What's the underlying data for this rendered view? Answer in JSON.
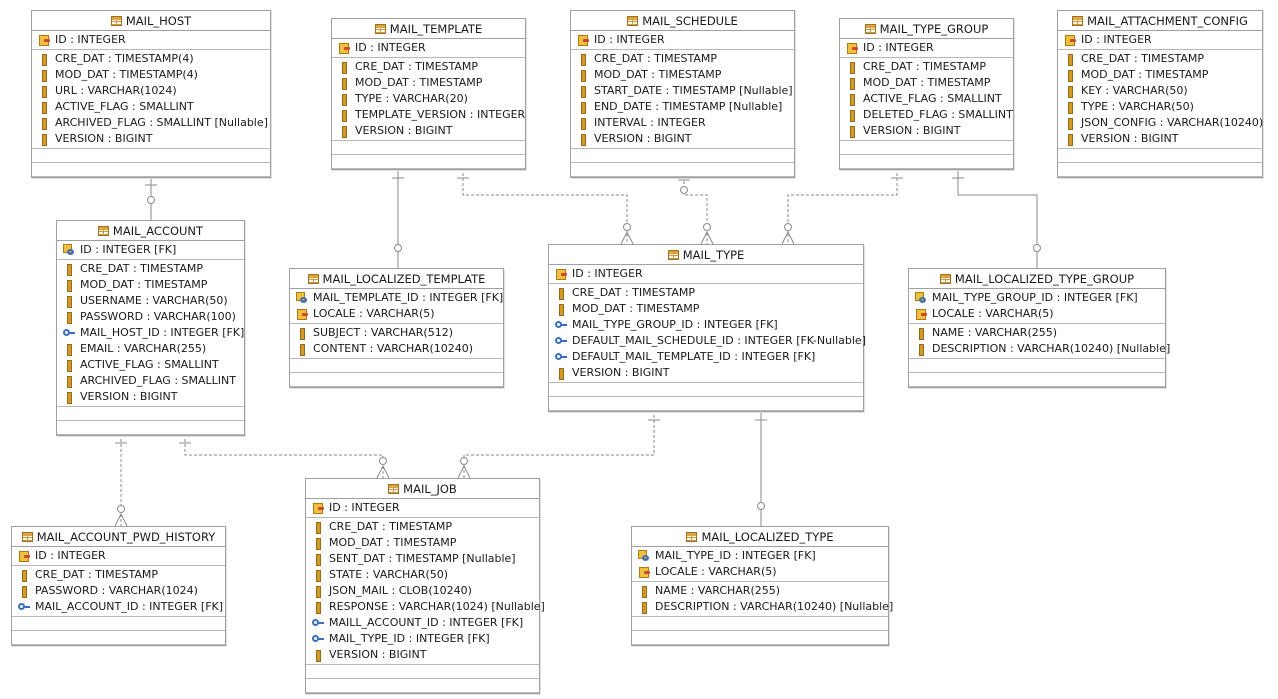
{
  "entities": [
    {
      "name": "MAIL_HOST",
      "pk": [
        {
          "text": "ID : INTEGER",
          "icon": "primary-key-icon"
        }
      ],
      "cols": [
        {
          "text": "CRE_DAT : TIMESTAMP(4)",
          "icon": "column-icon"
        },
        {
          "text": "MOD_DAT : TIMESTAMP(4)",
          "icon": "column-icon"
        },
        {
          "text": "URL : VARCHAR(1024)",
          "icon": "column-icon"
        },
        {
          "text": "ACTIVE_FLAG : SMALLINT",
          "icon": "column-icon"
        },
        {
          "text": "ARCHIVED_FLAG : SMALLINT [Nullable]",
          "icon": "column-icon"
        },
        {
          "text": "VERSION : BIGINT",
          "icon": "column-icon"
        }
      ]
    },
    {
      "name": "MAIL_TEMPLATE",
      "pk": [
        {
          "text": "ID : INTEGER",
          "icon": "primary-key-icon"
        }
      ],
      "cols": [
        {
          "text": "CRE_DAT : TIMESTAMP",
          "icon": "column-icon"
        },
        {
          "text": "MOD_DAT : TIMESTAMP",
          "icon": "column-icon"
        },
        {
          "text": "TYPE : VARCHAR(20)",
          "icon": "column-icon"
        },
        {
          "text": "TEMPLATE_VERSION : INTEGER",
          "icon": "column-icon"
        },
        {
          "text": "VERSION : BIGINT",
          "icon": "column-icon"
        }
      ]
    },
    {
      "name": "MAIL_SCHEDULE",
      "pk": [
        {
          "text": "ID : INTEGER",
          "icon": "primary-key-icon"
        }
      ],
      "cols": [
        {
          "text": "CRE_DAT : TIMESTAMP",
          "icon": "column-icon"
        },
        {
          "text": "MOD_DAT : TIMESTAMP",
          "icon": "column-icon"
        },
        {
          "text": "START_DATE : TIMESTAMP [Nullable]",
          "icon": "column-icon"
        },
        {
          "text": "END_DATE : TIMESTAMP [Nullable]",
          "icon": "column-icon"
        },
        {
          "text": "INTERVAL : INTEGER",
          "icon": "column-icon"
        },
        {
          "text": "VERSION : BIGINT",
          "icon": "column-icon"
        }
      ]
    },
    {
      "name": "MAIL_TYPE_GROUP",
      "pk": [
        {
          "text": "ID : INTEGER",
          "icon": "primary-key-icon"
        }
      ],
      "cols": [
        {
          "text": "CRE_DAT : TIMESTAMP",
          "icon": "column-icon"
        },
        {
          "text": "MOD_DAT : TIMESTAMP",
          "icon": "column-icon"
        },
        {
          "text": "ACTIVE_FLAG : SMALLINT",
          "icon": "column-icon"
        },
        {
          "text": "DELETED_FLAG : SMALLINT",
          "icon": "column-icon"
        },
        {
          "text": "VERSION : BIGINT",
          "icon": "column-icon"
        }
      ]
    },
    {
      "name": "MAIL_ATTACHMENT_CONFIG",
      "pk": [
        {
          "text": "ID : INTEGER",
          "icon": "primary-key-icon"
        }
      ],
      "cols": [
        {
          "text": "CRE_DAT : TIMESTAMP",
          "icon": "column-icon"
        },
        {
          "text": "MOD_DAT : TIMESTAMP",
          "icon": "column-icon"
        },
        {
          "text": "KEY : VARCHAR(50)",
          "icon": "column-icon"
        },
        {
          "text": "TYPE : VARCHAR(50)",
          "icon": "column-icon"
        },
        {
          "text": "JSON_CONFIG : VARCHAR(10240)",
          "icon": "column-icon"
        },
        {
          "text": "VERSION : BIGINT",
          "icon": "column-icon"
        }
      ]
    },
    {
      "name": "MAIL_ACCOUNT",
      "pk": [
        {
          "text": "ID : INTEGER [FK]",
          "icon": "primary-foreign-key-icon"
        }
      ],
      "cols": [
        {
          "text": "CRE_DAT : TIMESTAMP",
          "icon": "column-icon"
        },
        {
          "text": "MOD_DAT : TIMESTAMP",
          "icon": "column-icon"
        },
        {
          "text": "USERNAME : VARCHAR(50)",
          "icon": "column-icon"
        },
        {
          "text": "PASSWORD : VARCHAR(100)",
          "icon": "column-icon"
        },
        {
          "text": "MAIL_HOST_ID : INTEGER [FK]",
          "icon": "foreign-key-icon"
        },
        {
          "text": "EMAIL : VARCHAR(255)",
          "icon": "column-icon"
        },
        {
          "text": "ACTIVE_FLAG : SMALLINT",
          "icon": "column-icon"
        },
        {
          "text": "ARCHIVED_FLAG : SMALLINT",
          "icon": "column-icon"
        },
        {
          "text": "VERSION : BIGINT",
          "icon": "column-icon"
        }
      ]
    },
    {
      "name": "MAIL_LOCALIZED_TEMPLATE",
      "pk": [
        {
          "text": "MAIL_TEMPLATE_ID : INTEGER [FK]",
          "icon": "primary-foreign-key-icon"
        },
        {
          "text": "LOCALE : VARCHAR(5)",
          "icon": "primary-key-icon"
        }
      ],
      "cols": [
        {
          "text": "SUBJECT : VARCHAR(512)",
          "icon": "column-icon"
        },
        {
          "text": "CONTENT : VARCHAR(10240)",
          "icon": "column-icon"
        }
      ]
    },
    {
      "name": "MAIL_TYPE",
      "pk": [
        {
          "text": "ID : INTEGER",
          "icon": "primary-key-icon"
        }
      ],
      "cols": [
        {
          "text": "CRE_DAT : TIMESTAMP",
          "icon": "column-icon"
        },
        {
          "text": "MOD_DAT : TIMESTAMP",
          "icon": "column-icon"
        },
        {
          "text": "MAIL_TYPE_GROUP_ID : INTEGER [FK]",
          "icon": "foreign-key-icon"
        },
        {
          "text": "DEFAULT_MAIL_SCHEDULE_ID : INTEGER [FK-Nullable]",
          "icon": "foreign-key-icon"
        },
        {
          "text": "DEFAULT_MAIL_TEMPLATE_ID : INTEGER [FK]",
          "icon": "foreign-key-icon"
        },
        {
          "text": "VERSION : BIGINT",
          "icon": "column-icon"
        }
      ]
    },
    {
      "name": "MAIL_LOCALIZED_TYPE_GROUP",
      "pk": [
        {
          "text": "MAIL_TYPE_GROUP_ID : INTEGER [FK]",
          "icon": "primary-foreign-key-icon"
        },
        {
          "text": "LOCALE : VARCHAR(5)",
          "icon": "primary-key-icon"
        }
      ],
      "cols": [
        {
          "text": "NAME : VARCHAR(255)",
          "icon": "column-icon"
        },
        {
          "text": "DESCRIPTION : VARCHAR(10240) [Nullable]",
          "icon": "column-icon"
        }
      ]
    },
    {
      "name": "MAIL_ACCOUNT_PWD_HISTORY",
      "pk": [
        {
          "text": "ID : INTEGER",
          "icon": "primary-key-icon"
        }
      ],
      "cols": [
        {
          "text": "CRE_DAT : TIMESTAMP",
          "icon": "column-icon"
        },
        {
          "text": "PASSWORD : VARCHAR(1024)",
          "icon": "column-icon"
        },
        {
          "text": "MAIL_ACCOUNT_ID : INTEGER [FK]",
          "icon": "foreign-key-icon"
        }
      ]
    },
    {
      "name": "MAIL_JOB",
      "pk": [
        {
          "text": "ID : INTEGER",
          "icon": "primary-key-icon"
        }
      ],
      "cols": [
        {
          "text": "CRE_DAT : TIMESTAMP",
          "icon": "column-icon"
        },
        {
          "text": "MOD_DAT : TIMESTAMP",
          "icon": "column-icon"
        },
        {
          "text": "SENT_DAT : TIMESTAMP [Nullable]",
          "icon": "column-icon"
        },
        {
          "text": "STATE : VARCHAR(50)",
          "icon": "column-icon"
        },
        {
          "text": "JSON_MAIL : CLOB(10240)",
          "icon": "column-icon"
        },
        {
          "text": "RESPONSE : VARCHAR(1024) [Nullable]",
          "icon": "column-icon"
        },
        {
          "text": "MAILL_ACCOUNT_ID : INTEGER [FK]",
          "icon": "foreign-key-icon"
        },
        {
          "text": "MAIL_TYPE_ID : INTEGER [FK]",
          "icon": "foreign-key-icon"
        },
        {
          "text": "VERSION : BIGINT",
          "icon": "column-icon"
        }
      ]
    },
    {
      "name": "MAIL_LOCALIZED_TYPE",
      "pk": [
        {
          "text": "MAIL_TYPE_ID : INTEGER [FK]",
          "icon": "primary-foreign-key-icon"
        },
        {
          "text": "LOCALE : VARCHAR(5)",
          "icon": "primary-key-icon"
        }
      ],
      "cols": [
        {
          "text": "NAME : VARCHAR(255)",
          "icon": "column-icon"
        },
        {
          "text": "DESCRIPTION : VARCHAR(10240) [Nullable]",
          "icon": "column-icon"
        }
      ]
    }
  ],
  "relationships": [
    {
      "name": "rel-mail-host-account",
      "from": "MAIL_HOST",
      "to": "MAIL_ACCOUNT",
      "identifying": true
    },
    {
      "name": "rel-template-localized",
      "from": "MAIL_TEMPLATE",
      "to": "MAIL_LOCALIZED_TEMPLATE",
      "identifying": true
    },
    {
      "name": "rel-template-type",
      "from": "MAIL_TEMPLATE",
      "to": "MAIL_TYPE",
      "identifying": false
    },
    {
      "name": "rel-schedule-type",
      "from": "MAIL_SCHEDULE",
      "to": "MAIL_TYPE",
      "identifying": false
    },
    {
      "name": "rel-typegroup-type",
      "from": "MAIL_TYPE_GROUP",
      "to": "MAIL_TYPE",
      "identifying": false
    },
    {
      "name": "rel-typegroup-localized",
      "from": "MAIL_TYPE_GROUP",
      "to": "MAIL_LOCALIZED_TYPE_GROUP",
      "identifying": true
    },
    {
      "name": "rel-account-pwdhistory",
      "from": "MAIL_ACCOUNT",
      "to": "MAIL_ACCOUNT_PWD_HISTORY",
      "identifying": false
    },
    {
      "name": "rel-account-job",
      "from": "MAIL_ACCOUNT",
      "to": "MAIL_JOB",
      "identifying": false
    },
    {
      "name": "rel-type-job",
      "from": "MAIL_TYPE",
      "to": "MAIL_JOB",
      "identifying": false
    },
    {
      "name": "rel-type-localized",
      "from": "MAIL_TYPE",
      "to": "MAIL_LOCALIZED_TYPE",
      "identifying": true
    }
  ],
  "colors": {
    "line": "#8a8a8a",
    "border": "#a0a0a0"
  }
}
